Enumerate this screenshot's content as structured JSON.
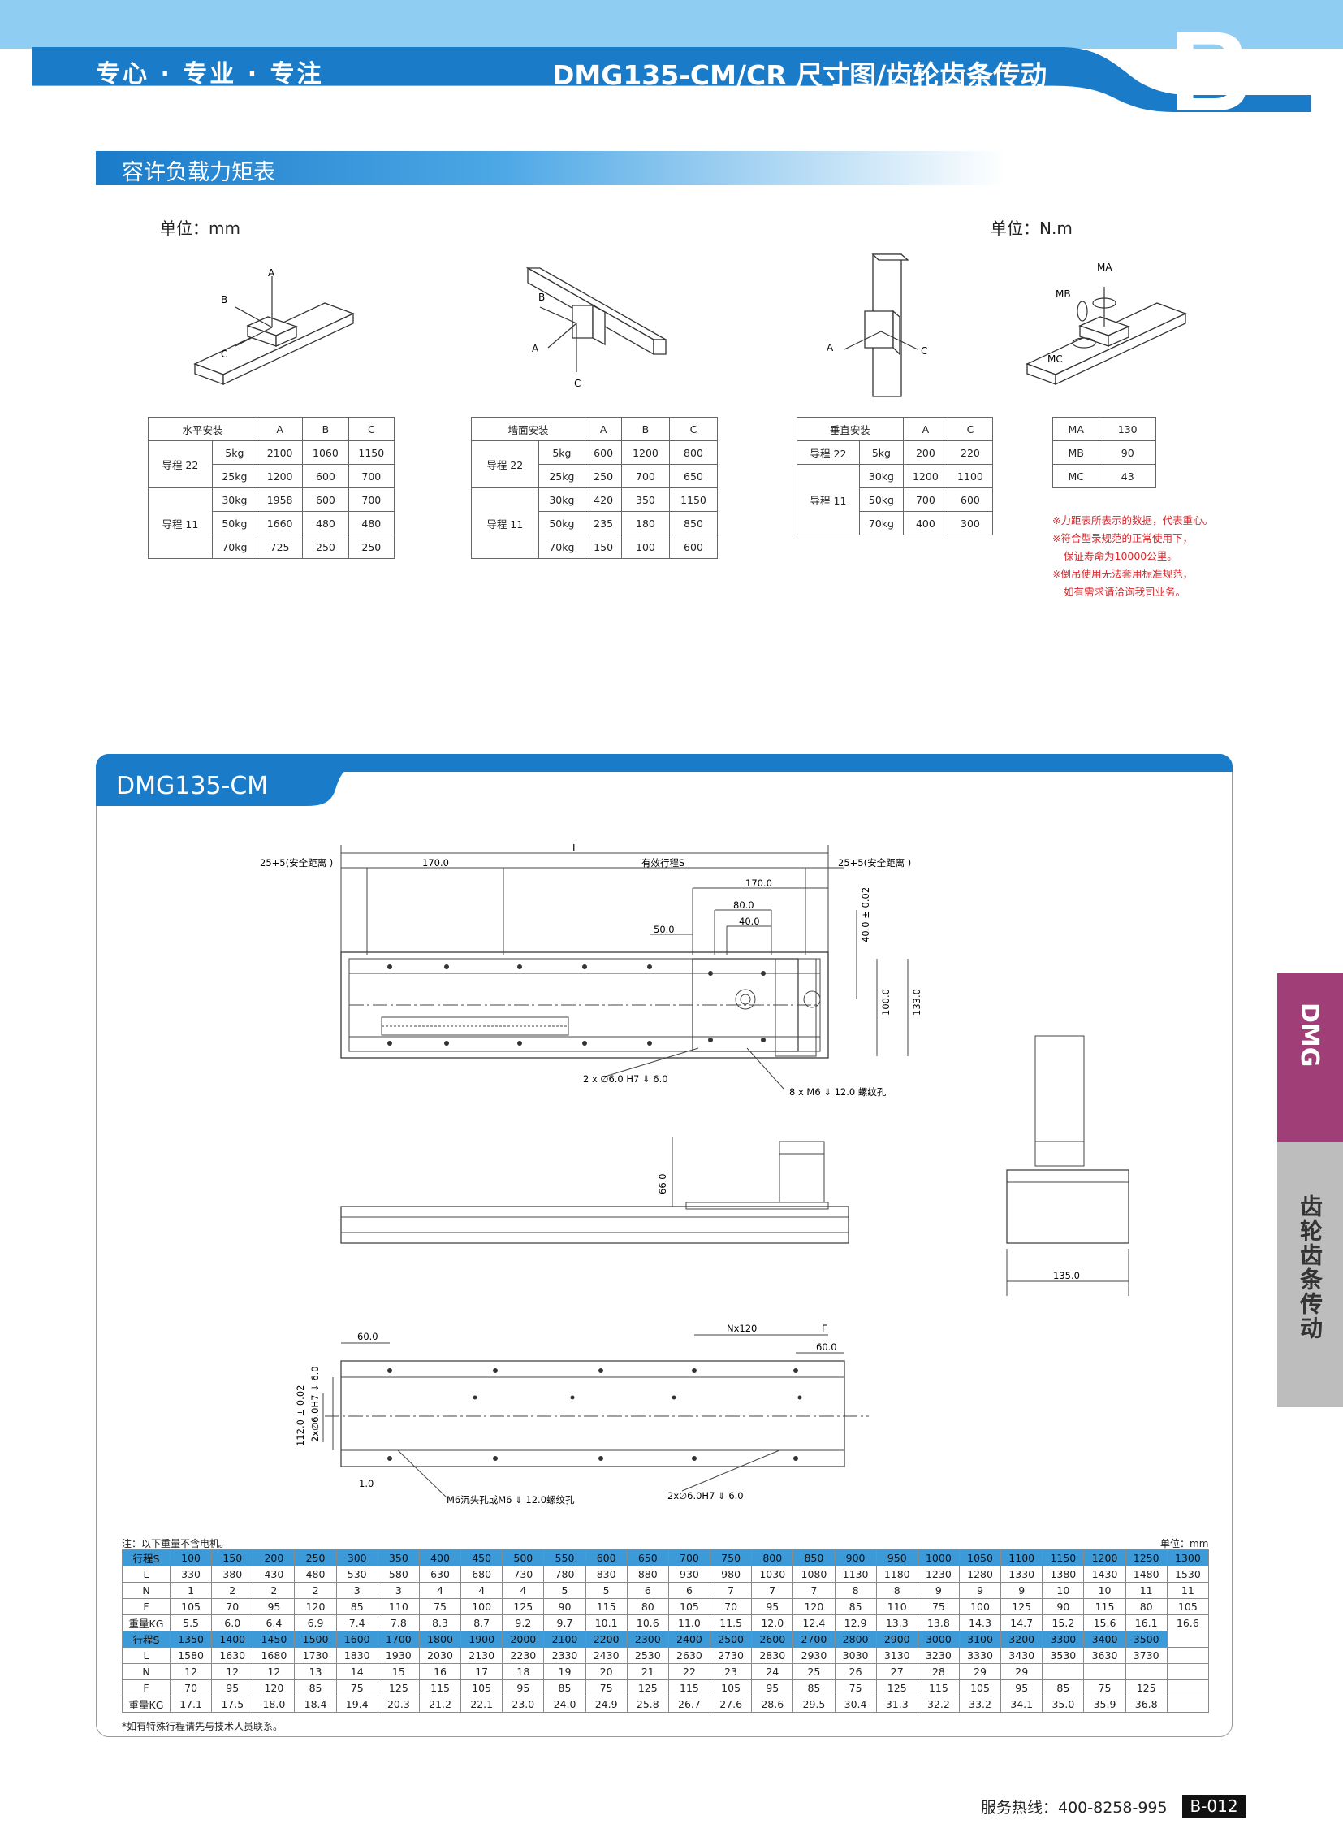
{
  "header": {
    "slogan": "专心 · 专业 · 专注",
    "title": "DMG135-CM/CR 尺寸图/齿轮齿条传动",
    "letter": "B"
  },
  "section": {
    "title": "容许负载力矩表",
    "unit_left": "单位：mm",
    "unit_right": "单位：N.m"
  },
  "diagrams": {
    "axes": {
      "a": "A",
      "b": "B",
      "c": "C"
    },
    "moments": {
      "ma": "MA",
      "mb": "MB",
      "mc": "MC"
    }
  },
  "table_horizontal": {
    "title": "水平安装",
    "cols": [
      "A",
      "B",
      "C"
    ],
    "group1": "导程 22",
    "group2": "导程 11",
    "rows": [
      [
        "5kg",
        "2100",
        "1060",
        "1150"
      ],
      [
        "25kg",
        "1200",
        "600",
        "700"
      ],
      [
        "30kg",
        "1958",
        "600",
        "700"
      ],
      [
        "50kg",
        "1660",
        "480",
        "480"
      ],
      [
        "70kg",
        "725",
        "250",
        "250"
      ]
    ]
  },
  "table_wall": {
    "title": "墙面安装",
    "cols": [
      "A",
      "B",
      "C"
    ],
    "group1": "导程 22",
    "group2": "导程 11",
    "rows": [
      [
        "5kg",
        "600",
        "1200",
        "800"
      ],
      [
        "25kg",
        "250",
        "700",
        "650"
      ],
      [
        "30kg",
        "420",
        "350",
        "1150"
      ],
      [
        "50kg",
        "235",
        "180",
        "850"
      ],
      [
        "70kg",
        "150",
        "100",
        "600"
      ]
    ]
  },
  "table_vertical": {
    "title": "垂直安装",
    "cols": [
      "A",
      "C"
    ],
    "group1": "导程 22",
    "group2": "导程 11",
    "rows": [
      [
        "5kg",
        "200",
        "220"
      ],
      [
        "30kg",
        "1200",
        "1100"
      ],
      [
        "50kg",
        "700",
        "600"
      ],
      [
        "70kg",
        "400",
        "300"
      ]
    ]
  },
  "table_moment": {
    "rows": [
      [
        "MA",
        "130"
      ],
      [
        "MB",
        "90"
      ],
      [
        "MC",
        "43"
      ]
    ]
  },
  "notes": [
    "※力距表所表示的数据，代表重心。",
    "※符合型录规范的正常使用下，",
    "保证寿命为10000公里。",
    "※倒吊使用无法套用标准规范，",
    "如有需求请洽询我司业务。"
  ],
  "drawing": {
    "tab_title": "DMG135-CM",
    "dims": {
      "L": "L",
      "safe_left": "25+5(安全距离 )",
      "safe_right": "25+5(安全距离 )",
      "d170a": "170.0",
      "stroke": "有效行程S",
      "d170b": "170.0",
      "d80": "80.0",
      "d40": "40.0",
      "d50": "50.0",
      "d40tol": "40.0 ± 0.02",
      "d100": "100.0",
      "d133": "133.0",
      "pin_top": "2 x ∅6.0 H7 ⇓ 6.0",
      "thread": "8 x  M6 ⇓ 12.0 螺纹孔",
      "d66": "66.0",
      "d135": "135.0",
      "d60a": "60.0",
      "nx120": "Nx120",
      "F": "F",
      "d60b": "60.0",
      "d112": "112.0 ± 0.02",
      "pin_side": "2x∅6.0H7 ⇓ 6.0",
      "d1": "1.0",
      "counterbore": "M6沉头孔或M6 ⇓ 12.0螺纹孔",
      "pin_bottom": "2x∅6.0H7 ⇓ 6.0"
    }
  },
  "spec": {
    "note_top": "注：以下重量不含电机。",
    "unit": "单位：mm",
    "labels": [
      "行程S",
      "L",
      "N",
      "F",
      "重量KG"
    ],
    "block1": {
      "S": [
        "100",
        "150",
        "200",
        "250",
        "300",
        "350",
        "400",
        "450",
        "500",
        "550",
        "600",
        "650",
        "700",
        "750",
        "800",
        "850",
        "900",
        "950",
        "1000",
        "1050",
        "1100",
        "1150",
        "1200",
        "1250",
        "1300"
      ],
      "L": [
        "330",
        "380",
        "430",
        "480",
        "530",
        "580",
        "630",
        "680",
        "730",
        "780",
        "830",
        "880",
        "930",
        "980",
        "1030",
        "1080",
        "1130",
        "1180",
        "1230",
        "1280",
        "1330",
        "1380",
        "1430",
        "1480",
        "1530"
      ],
      "N": [
        "1",
        "2",
        "2",
        "2",
        "3",
        "3",
        "4",
        "4",
        "4",
        "5",
        "5",
        "6",
        "6",
        "7",
        "7",
        "7",
        "8",
        "8",
        "9",
        "9",
        "9",
        "10",
        "10",
        "11",
        "11"
      ],
      "F": [
        "105",
        "70",
        "95",
        "120",
        "85",
        "110",
        "75",
        "100",
        "125",
        "90",
        "115",
        "80",
        "105",
        "70",
        "95",
        "120",
        "85",
        "110",
        "75",
        "100",
        "125",
        "90",
        "115",
        "80",
        "105"
      ],
      "W": [
        "5.5",
        "6.0",
        "6.4",
        "6.9",
        "7.4",
        "7.8",
        "8.3",
        "8.7",
        "9.2",
        "9.7",
        "10.1",
        "10.6",
        "11.0",
        "11.5",
        "12.0",
        "12.4",
        "12.9",
        "13.3",
        "13.8",
        "14.3",
        "14.7",
        "15.2",
        "15.6",
        "16.1",
        "16.6"
      ]
    },
    "block2": {
      "S": [
        "1350",
        "1400",
        "1450",
        "1500",
        "1600",
        "1700",
        "1800",
        "1900",
        "2000",
        "2100",
        "2200",
        "2300",
        "2400",
        "2500",
        "2600",
        "2700",
        "2800",
        "2900",
        "3000",
        "3100",
        "3200",
        "3300",
        "3400",
        "3500",
        ""
      ],
      "L": [
        "1580",
        "1630",
        "1680",
        "1730",
        "1830",
        "1930",
        "2030",
        "2130",
        "2230",
        "2330",
        "2430",
        "2530",
        "2630",
        "2730",
        "2830",
        "2930",
        "3030",
        "3130",
        "3230",
        "3330",
        "3430",
        "3530",
        "3630",
        "3730",
        ""
      ],
      "N": [
        "12",
        "12",
        "12",
        "13",
        "14",
        "15",
        "16",
        "17",
        "18",
        "19",
        "20",
        "21",
        "22",
        "23",
        "24",
        "25",
        "26",
        "27",
        "28",
        "29",
        "29",
        "",
        "",
        "",
        ""
      ],
      "F": [
        "70",
        "95",
        "120",
        "85",
        "75",
        "125",
        "115",
        "105",
        "95",
        "85",
        "75",
        "125",
        "115",
        "105",
        "95",
        "85",
        "75",
        "125",
        "115",
        "105",
        "95",
        "85",
        "75",
        "125",
        ""
      ],
      "W": [
        "17.1",
        "17.5",
        "18.0",
        "18.4",
        "19.4",
        "20.3",
        "21.2",
        "22.1",
        "23.0",
        "24.0",
        "24.9",
        "25.8",
        "26.7",
        "27.6",
        "28.6",
        "29.5",
        "30.4",
        "31.3",
        "32.2",
        "33.2",
        "34.1",
        "35.0",
        "35.9",
        "36.8",
        ""
      ]
    },
    "note_bottom": "*如有特殊行程请先与技术人员联系。"
  },
  "side_tab": {
    "code": "DMG",
    "label": "齿轮齿条传动"
  },
  "footer": {
    "hotline": "服务热线：400-8258-995",
    "page": "B-012"
  },
  "colors": {
    "blue": "#1a7bc9",
    "light_blue": "#8fcdf2",
    "table_header": "#3d9ad9",
    "magenta": "#a03e78",
    "note_red": "#d8262a"
  }
}
